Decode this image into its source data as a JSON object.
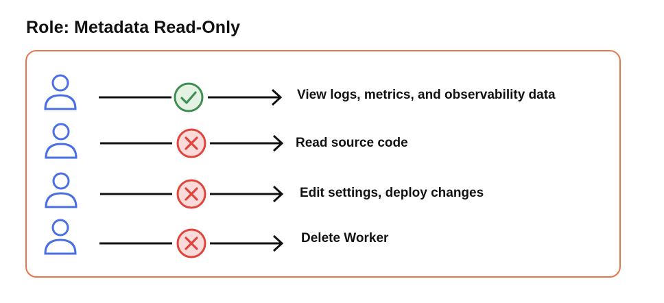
{
  "title": "Role: Metadata Read-Only",
  "colors": {
    "border": "#E9744A",
    "user_icon": "#4A6FE3",
    "allowed_stroke": "#3E8E52",
    "allowed_fill": "#E4F2E4",
    "denied_stroke": "#E0453C",
    "denied_fill": "#FBDADA",
    "line": "#111111"
  },
  "permissions": [
    {
      "label": "View logs, metrics, and observability data",
      "status": "allowed",
      "icon": "check-icon"
    },
    {
      "label": "Read source code",
      "status": "denied",
      "icon": "cross-icon"
    },
    {
      "label": "Edit settings, deploy changes",
      "status": "denied",
      "icon": "cross-icon"
    },
    {
      "label": "Delete Worker",
      "status": "denied",
      "icon": "cross-icon"
    }
  ]
}
